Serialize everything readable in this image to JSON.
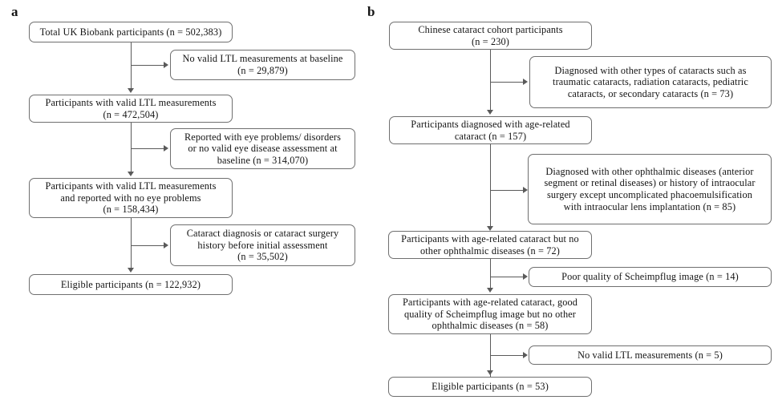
{
  "figure": {
    "type": "flowchart",
    "panels": [
      {
        "id": "a",
        "label": "a",
        "main_nodes": [
          {
            "id": "a-main-1",
            "text": "Total UK Biobank participants (n = 502,383)"
          },
          {
            "id": "a-main-2",
            "text": "Participants with valid LTL measurements\n(n = 472,504)"
          },
          {
            "id": "a-main-3",
            "text": "Participants with valid LTL measurements\nand reported with no eye problems\n(n = 158,434)"
          },
          {
            "id": "a-main-4",
            "text": "Eligible participants (n = 122,932)"
          }
        ],
        "exclusion_nodes": [
          {
            "id": "a-excl-1",
            "text": "No valid LTL measurements at baseline\n(n = 29,879)"
          },
          {
            "id": "a-excl-2",
            "text": "Reported with eye problems/ disorders\nor no valid eye disease assessment at\nbaseline (n = 314,070)"
          },
          {
            "id": "a-excl-3",
            "text": "Cataract diagnosis or cataract surgery\nhistory before initial assessment\n(n = 35,502)"
          }
        ]
      },
      {
        "id": "b",
        "label": "b",
        "main_nodes": [
          {
            "id": "b-main-1",
            "text": "Chinese cataract cohort participants\n(n = 230)"
          },
          {
            "id": "b-main-2",
            "text": "Participants diagnosed with age-related\ncataract (n = 157)"
          },
          {
            "id": "b-main-3",
            "text": "Participants with age-related cataract but no\nother ophthalmic diseases (n = 72)"
          },
          {
            "id": "b-main-4",
            "text": "Participants with age-related cataract, good\nquality of Scheimpflug image but no other\nophthalmic diseases (n = 58)"
          },
          {
            "id": "b-main-5",
            "text": "Eligible participants (n = 53)"
          }
        ],
        "exclusion_nodes": [
          {
            "id": "b-excl-1",
            "text": "Diagnosed with other types of cataracts such as\ntraumatic cataracts, radiation cataracts, pediatric\ncataracts, or secondary cataracts (n = 73)"
          },
          {
            "id": "b-excl-2",
            "text": "Diagnosed with other ophthalmic diseases (anterior\nsegment or retinal diseases) or history of intraocular\nsurgery except uncomplicated phacoemulsification\nwith intraocular lens implantation (n = 85)"
          },
          {
            "id": "b-excl-3",
            "text": "Poor quality of Scheimpflug image  (n = 14)"
          },
          {
            "id": "b-excl-4",
            "text": "No valid LTL measurements (n = 5)"
          }
        ]
      }
    ],
    "colors": {
      "box_border": "#6f6f6f",
      "connector": "#5a5a5a",
      "text": "#141414",
      "background": "#ffffff"
    }
  }
}
